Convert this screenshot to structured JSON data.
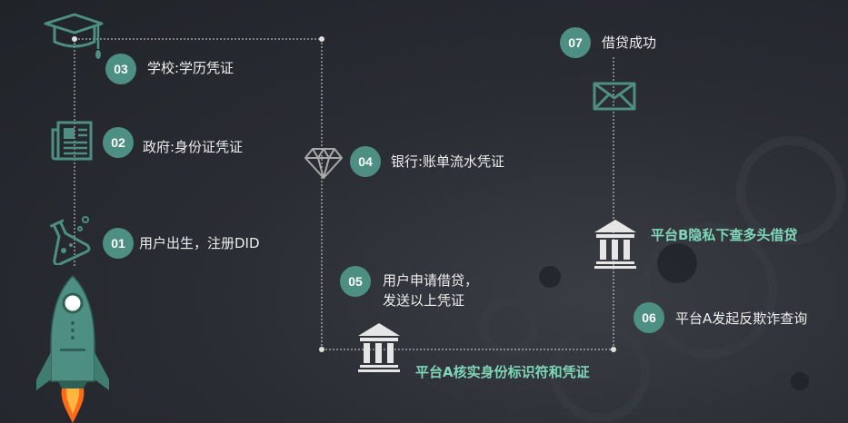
{
  "steps": [
    {
      "num": "01",
      "label": "用户出生，注册DID"
    },
    {
      "num": "02",
      "label": "政府:身份证凭证"
    },
    {
      "num": "03",
      "label": "学校:学历凭证"
    },
    {
      "num": "04",
      "label": "银行:账单流水凭证"
    },
    {
      "num": "05",
      "label_line1": "用户申请借贷，",
      "label_line2": "发送以上凭证"
    },
    {
      "num": "06",
      "label": "平台A发起反欺诈查询"
    },
    {
      "num": "07",
      "label": "借贷成功"
    }
  ],
  "highlights": {
    "platform_a_verify": "平台A核实身份标识符和凭证",
    "platform_b_query": "平台B隐私下查多头借贷"
  },
  "colors": {
    "accent": "#4d8f82",
    "highlight_text": "#7fd6b8",
    "background": "#2a2d33"
  },
  "icons": [
    "rocket-icon",
    "flask-icon",
    "newspaper-icon",
    "graduation-cap-icon",
    "diamond-icon",
    "bank-icon",
    "envelope-icon"
  ]
}
